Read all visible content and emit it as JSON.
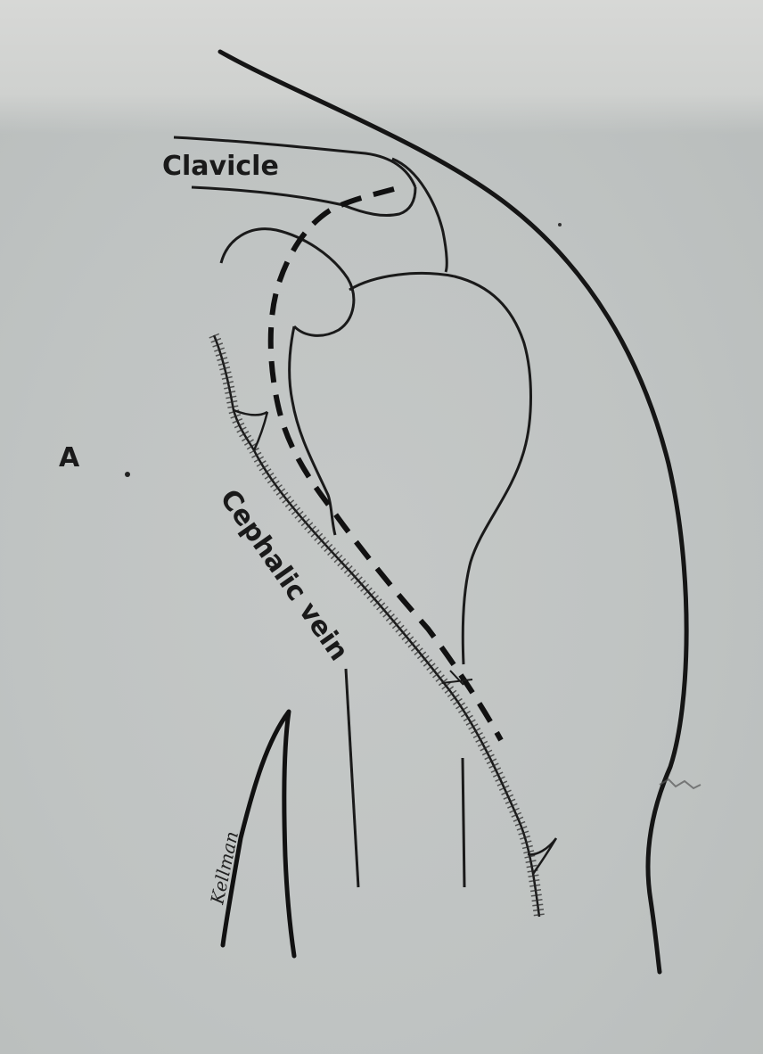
{
  "figure": {
    "panel_letter": "A",
    "labels": {
      "clavicle": "Clavicle",
      "cephalic_vein": "Cephalic vein"
    },
    "signature": "Kellman"
  },
  "background_text_lines": [
    "",
    "",
    "",
    ""
  ],
  "colors": {
    "paper": "#c5c8c7",
    "ink": "#1a1a1a"
  }
}
